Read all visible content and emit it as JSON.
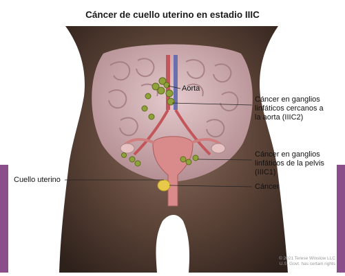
{
  "title": "Cáncer de cuello uterino en estadio IIIC",
  "labels": {
    "aorta": "Aorta",
    "ganglios_aorta": "Cáncer en ganglios\nlinfáticos cercanos a\nla aorta (IIIC2)",
    "ganglios_pelvis": "Cáncer en ganglios\nlinfáticos de la pelvis\n(IIIC1)",
    "cuello_uterino": "Cuello uterino",
    "cancer": "Cáncer"
  },
  "credit": "© 2021 Terese Winslow LLC\nU.S. Govt. has certain rights",
  "colors": {
    "skin_dark": "#3a2a22",
    "skin_mid": "#5a4236",
    "skin_light": "#a98c7a",
    "intestine": "#c9a7a8",
    "uterus": "#d98a8a",
    "lymph_node": "#8fa23a",
    "cancer": "#e8c94a",
    "left_band": "#8a4f8a"
  }
}
